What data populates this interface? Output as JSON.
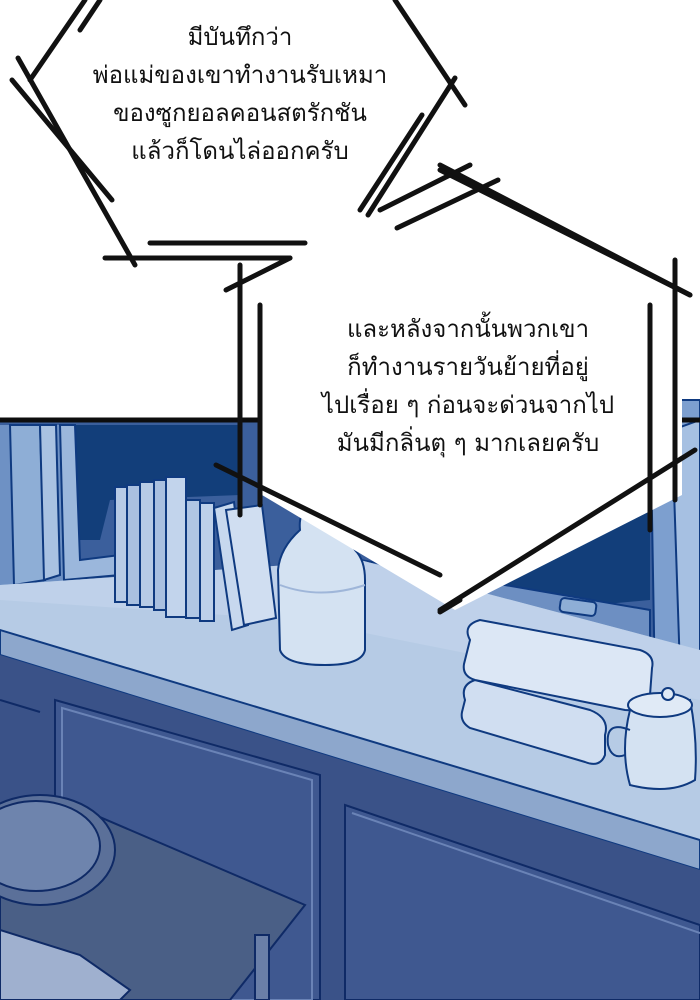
{
  "panel": {
    "type": "webtoon-panel",
    "palette": {
      "background": "#ffffff",
      "ink": "#111111",
      "panel_border": "#0d0d0d",
      "window_dark": "#123e7a",
      "wall_blue": "#3b64a3",
      "cabinet_blue": "#3a5288",
      "counter_light": "#b8cde6",
      "object_light": "#d4e2f2",
      "line_blue": "#0f3a80"
    }
  },
  "bubbles": [
    {
      "id": "bubble-1",
      "lines": [
        "มีบันทึกว่า",
        "พ่อแม่ของเขาทำงานรับเหมา",
        "ของซูกยอลคอนสตรักชัน",
        "แล้วก็โดนไล่ออกครับ"
      ]
    },
    {
      "id": "bubble-2",
      "lines": [
        "และหลังจากนั้นพวกเขา",
        "ก็ทำงานรายวันย้ายที่อยู่",
        "ไปเรื่อย ๆ ก่อนจะด่วนจากไป",
        "มันมีกลิ่นตุ ๆ มากเลยครับ"
      ]
    }
  ],
  "scene_objects": [
    "window",
    "books",
    "vase",
    "folded-towels",
    "teapot",
    "marble-counter",
    "paneled-cabinet",
    "side-table",
    "round-tray",
    "open-book"
  ]
}
